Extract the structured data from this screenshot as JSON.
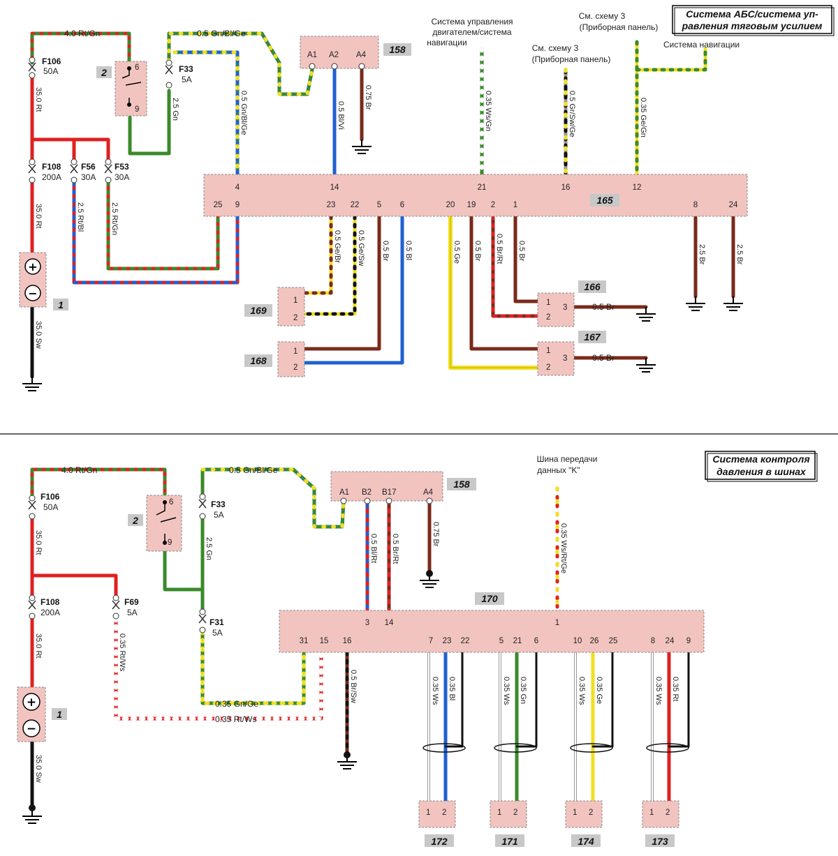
{
  "diagram1": {
    "title_line1": "Система АБС/система уп-",
    "title_line2": "равления тяговым усилием",
    "ref_engine_line1": "Система управления",
    "ref_engine_line2": "двигателем/система",
    "ref_engine_line3": "навигации",
    "ref_scheme3a_line1": "См. схему 3",
    "ref_scheme3a_line2": "(Приборная панель)",
    "ref_scheme3b_line1": "См. схему 3",
    "ref_scheme3b_line2": "(Приборная панель)",
    "ref_nav": "Система навигации",
    "fuses": {
      "f106": "F106",
      "f106_val": "50A",
      "f108": "F108",
      "f108_val": "200A",
      "f56": "F56",
      "f56_val": "30A",
      "f53": "F53",
      "f53_val": "30A",
      "f33": "F33",
      "f33_val": "5A"
    },
    "wires": {
      "w_40rtgn": "4.0 Rt/Gn",
      "w_05gnblge": "0.5 Gn/Bl/Ge",
      "w_350rt_a": "35.0 Rt",
      "w_350rt_b": "35.0 Rt",
      "w_25gn": "2.5 Gn",
      "w_05gnblge_v": "0.5 Gn/Bl/Ge",
      "w_05blvi": "0.5 Bl/Vi",
      "w_075br": "0.75 Br",
      "w_035wsgn": "0.35 Ws/Gn",
      "w_05grswge": "0.5 Gr/Sw/Ge",
      "w_035gegn": "0.35 Ge/Gn",
      "w_25rtbl": "2.5 Rt/Bl",
      "w_25rtgn": "2.5 Rt/Gn",
      "w_05gebr": "0.5 Ge/Br",
      "w_05gesw": "0.5 Ge/Sw",
      "w_05br_5": "0.5 Br",
      "w_05bl_6": "0.5 Bl",
      "w_05ge_20": "0.5 Ge",
      "w_05br_19": "0.5 Br",
      "w_05brrt_2": "0.5 Br/Rt",
      "w_05br_1": "0.5 Br",
      "w_25br_8": "2.5 Br",
      "w_25br_24": "2.5 Br",
      "w_350sw": "35.0 Sw",
      "w_05br_166": "0.5 Br",
      "w_05br_167": "0.5 Br"
    },
    "components": {
      "c1": "1",
      "c2": "2",
      "c158": "158",
      "c165": "165",
      "c166": "166",
      "c167": "167",
      "c168": "168",
      "c169": "169"
    },
    "pins": {
      "relay_6": "6",
      "relay_9": "9",
      "p158_a1": "A1",
      "p158_a2": "A2",
      "p158_a4": "A4",
      "p165_4": "4",
      "p165_14": "14",
      "p165_21": "21",
      "p165_16": "16",
      "p165_12": "12",
      "p165_25": "25",
      "p165_9": "9",
      "p165_23": "23",
      "p165_22": "22",
      "p165_5": "5",
      "p165_6": "6",
      "p165_20": "20",
      "p165_19": "19",
      "p165_2": "2",
      "p165_1": "1",
      "p165_8": "8",
      "p165_24": "24",
      "p169_1": "1",
      "p169_2": "2",
      "p168_1": "1",
      "p168_2": "2",
      "p166_1": "1",
      "p166_2": "2",
      "p166_3": "3",
      "p167_1": "1",
      "p167_2": "2",
      "p167_3": "3"
    }
  },
  "diagram2": {
    "title_line1": "Система контроля",
    "title_line2": "давления в шинах",
    "ref_bus_line1": "Шина передачи",
    "ref_bus_line2": "данных \"K\"",
    "fuses": {
      "f106": "F106",
      "f106_val": "50A",
      "f108": "F108",
      "f108_val": "200A",
      "f69": "F69",
      "f69_val": "5A",
      "f33": "F33",
      "f33_val": "5A",
      "f31": "F31",
      "f31_val": "5A"
    },
    "wires": {
      "w_40rtgn": "4.0 Rt/Gn",
      "w_05gnblge": "0.5 Gn/Bl/Ge",
      "w_350rt_a": "35.0 Rt",
      "w_350rt_b": "35.0 Rt",
      "w_035rtws_v": "0.35 Rt/Ws",
      "w_25gn": "2.5 Gn",
      "w_035gnge": "0.35 Gn/Ge",
      "w_035rtws": "0.35 Rt/Ws",
      "w_05blrt": "0.5 Bl/Rt",
      "w_05brrt": "0.5 Br/Rt",
      "w_075br": "0.75 Br",
      "w_035wsrtge": "0.35 Ws/Rt/Ge",
      "w_05brsw": "0.5 Br/Sw",
      "w_035ws_a": "0.35 Ws",
      "w_035bl": "0.35 Bl",
      "w_035ws_b": "0.35 Ws",
      "w_035gn": "0.35 Gn",
      "w_035ws_c": "0.35 Ws",
      "w_035ge": "0.35 Ge",
      "w_035ws_d": "0.35 Ws",
      "w_035rt": "0.35 Rt",
      "w_350sw": "35.0 Sw"
    },
    "components": {
      "c1": "1",
      "c2": "2",
      "c158": "158",
      "c170": "170",
      "c171": "171",
      "c172": "172",
      "c173": "173",
      "c174": "174"
    },
    "pins": {
      "relay_6": "6",
      "relay_9": "9",
      "p158_a1": "A1",
      "p158_b2": "B2",
      "p158_b17": "B17",
      "p158_a4": "A4",
      "p170_3": "3",
      "p170_14": "14",
      "p170_1": "1",
      "p170_31": "31",
      "p170_15": "15",
      "p170_16": "16",
      "p170_7": "7",
      "p170_23": "23",
      "p170_22": "22",
      "p170_5": "5",
      "p170_21": "21",
      "p170_6": "6",
      "p170_10": "10",
      "p170_26": "26",
      "p170_25": "25",
      "p170_8": "8",
      "p170_24": "24",
      "p170_9": "9",
      "s172_1": "1",
      "s172_2": "2",
      "s171_1": "1",
      "s171_2": "2",
      "s174_1": "1",
      "s174_2": "2",
      "s173_1": "1",
      "s173_2": "2"
    }
  }
}
